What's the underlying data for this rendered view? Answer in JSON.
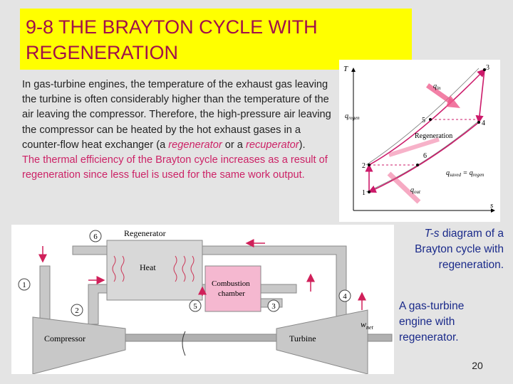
{
  "slide": {
    "title": "9-8 THE BRAYTON CYCLE WITH REGENERATION",
    "para1_a": "In gas-turbine engines, the temperature of the exhaust gas leaving the turbine is often considerably higher than the temperature of the air leaving the compressor. Therefore, the high-pressure air leaving the compressor can be heated by the hot exhaust gases in a counter-flow heat exchanger (a ",
    "para1_regenerator": "regenerator",
    "para1_or": " or a ",
    "para1_recuperator": "recuperator",
    "para1_end": ").",
    "para2": "The thermal efficiency of the Brayton cycle increases as a result of regeneration since less fuel is used for the same work output.",
    "caption_ts_1": "T-s",
    "caption_ts_2": " diagram of a Brayton cycle with regeneration.",
    "caption_engine": "A gas-turbine engine with regenerator.",
    "page_number": "20"
  },
  "ts_diagram": {
    "axis_T": "T",
    "axis_s": "s",
    "p1": "1",
    "p2": "2",
    "p3": "3",
    "p4": "4",
    "p5": "5",
    "p6": "6",
    "q_in": "q",
    "q_in_sub": "in",
    "q_regen": "q",
    "q_regen_sub": "regen",
    "regeneration": "Regeneration",
    "q_saved": "q",
    "q_saved_sub": "saved",
    "q_saved_eq": " = q",
    "q_saved_eq_sub": "regen",
    "q_out": "q",
    "q_out_sub": "out",
    "colors": {
      "cycle": "#cc1a6a",
      "arrow": "#ee5588",
      "axes": "#000000"
    }
  },
  "engine_diagram": {
    "regenerator": "Regenerator",
    "heat": "Heat",
    "combustion": "Combustion",
    "chamber": "chamber",
    "compressor": "Compressor",
    "turbine": "Turbine",
    "w_net": "w",
    "w_net_sub": "net",
    "s1": "1",
    "s2": "2",
    "s3": "3",
    "s4": "4",
    "s5": "5",
    "s6": "6",
    "colors": {
      "duct": "#c8c8c8",
      "combustor": "#f5b8d0",
      "arrow": "#d0205a"
    }
  }
}
